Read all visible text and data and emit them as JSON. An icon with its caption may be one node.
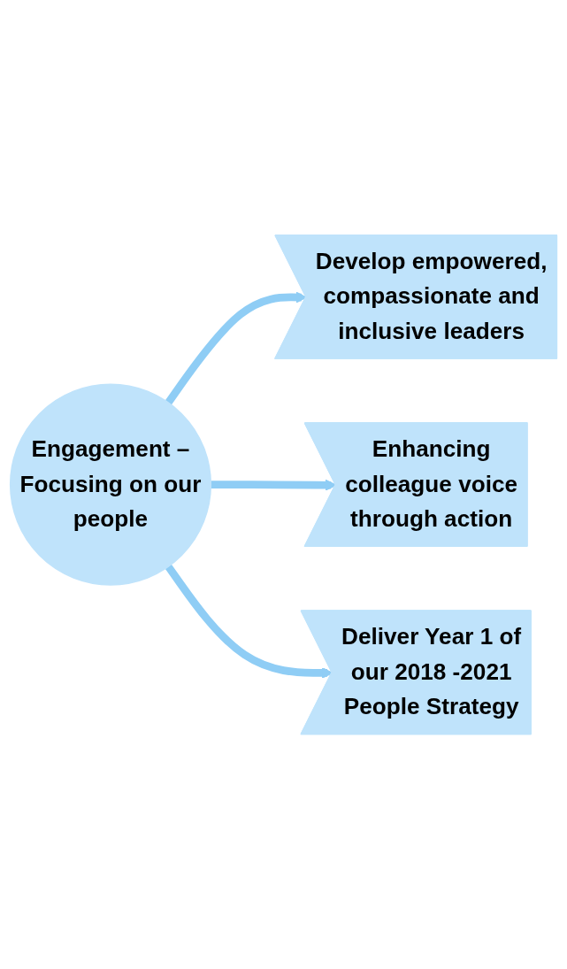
{
  "diagram": {
    "nodes": [
      {
        "text": [
          "Engagement – Focusing on our people"
        ]
      },
      {
        "text": [
          "Develop empowered, compassionate and inclusive leaders"
        ]
      },
      {
        "text": [
          "Enhancing colleague voice through action"
        ]
      },
      {
        "text": [
          "Deliver Year 1 of our 2018 -2021 People Strategy"
        ]
      }
    ],
    "edges": [
      {
        "from": 0,
        "to": 1,
        "arrow": "to"
      },
      {
        "from": 0,
        "to": 2,
        "arrow": "to"
      },
      {
        "from": 0,
        "to": 3,
        "arrow": "to"
      }
    ]
  }
}
